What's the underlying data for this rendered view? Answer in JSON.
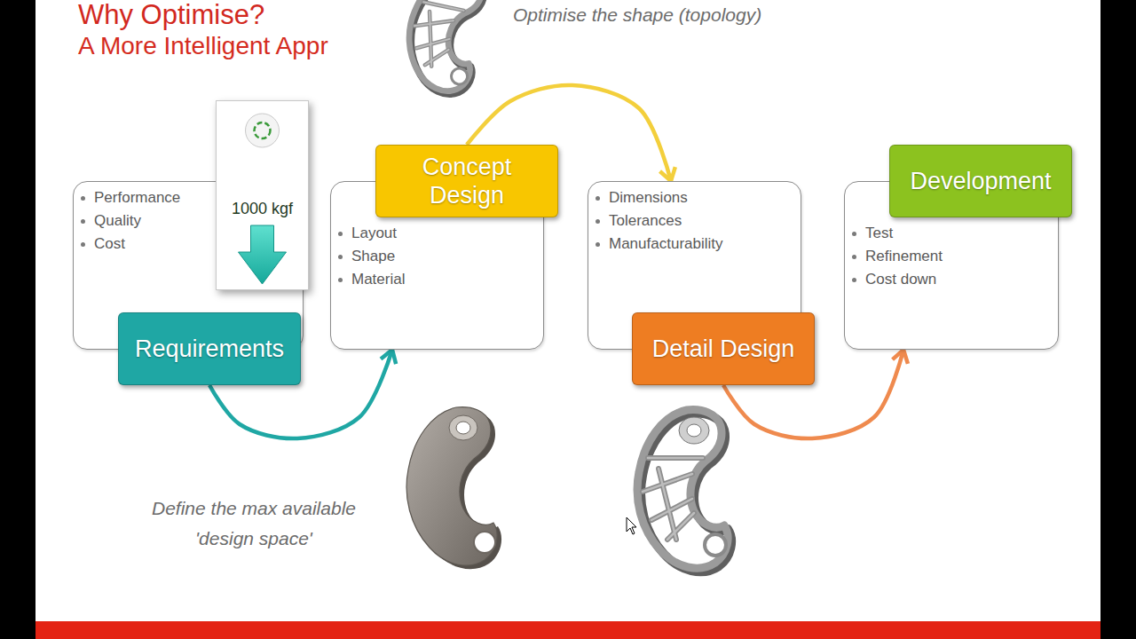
{
  "diagram": {
    "title": "Why Optimise?",
    "nodes": [
      {
        "text": [
          "Performance",
          "Quality",
          "Cost"
        ]
      },
      {
        "text": [
          "1000 kgf"
        ]
      },
      {
        "text": [
          "Requirements"
        ]
      },
      {
        "text": [
          "Concept Design"
        ]
      },
      {
        "text": [
          "Layout",
          "Shape",
          "Material"
        ]
      },
      {
        "text": [
          "Dimensions",
          "Tolerances",
          "Manufacturability"
        ]
      },
      {
        "text": [
          "Detail Design"
        ]
      },
      {
        "text": [
          "Development"
        ]
      },
      {
        "text": [
          "Test",
          "Refinement",
          "Cost down"
        ]
      }
    ],
    "edges": [
      {
        "from": 2,
        "to": 4,
        "arrow": "to"
      },
      {
        "from": 3,
        "to": 5,
        "arrow": "to"
      },
      {
        "from": 6,
        "to": 8,
        "arrow": "to"
      }
    ],
    "labels": [
      "A More Intelligent Appr",
      "Optimise the shape (topology)",
      "Define the max available 'design space'"
    ]
  }
}
